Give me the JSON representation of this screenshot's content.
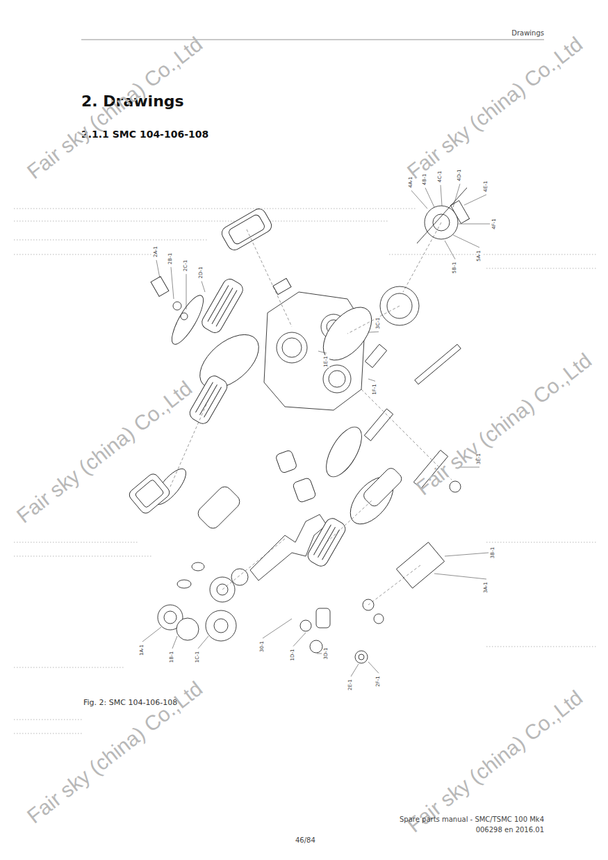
{
  "diagram": {
    "title": "2. Drawings",
    "caption": "Fig. 2: SMC 104-106-108",
    "labels": [
      "Drawings",
      "2.1.1 SMC 104-106-108",
      "Fair sky (china) Co.,Ltd",
      "Fair sky (china) Co.,Ltd",
      "Fair sky (china) Co.,Ltd",
      "Fair sky (china) Co.,Ltd",
      "Fair sky (china) Co.,Ltd",
      "Fair sky (china) Co.,Ltd",
      "4A-1",
      "4B-1",
      "4C-1",
      "4D-1",
      "4E-1",
      "4F-1",
      "5A-1",
      "5B-1",
      "2A-1",
      "2B-1",
      "2C-1",
      "2D-1",
      "1E-1",
      "3C-1",
      "1F-1",
      "3E-1",
      "1A-1",
      "1B-1",
      "1C-1",
      "30-1",
      "1D-1",
      "3D-1",
      "2E-1",
      "2F-1",
      "3A-1",
      "3B-1",
      "Spare parts manual - SMC/TSMC 100 Mk4",
      "006298 en 2016.01",
      "46/84"
    ]
  }
}
